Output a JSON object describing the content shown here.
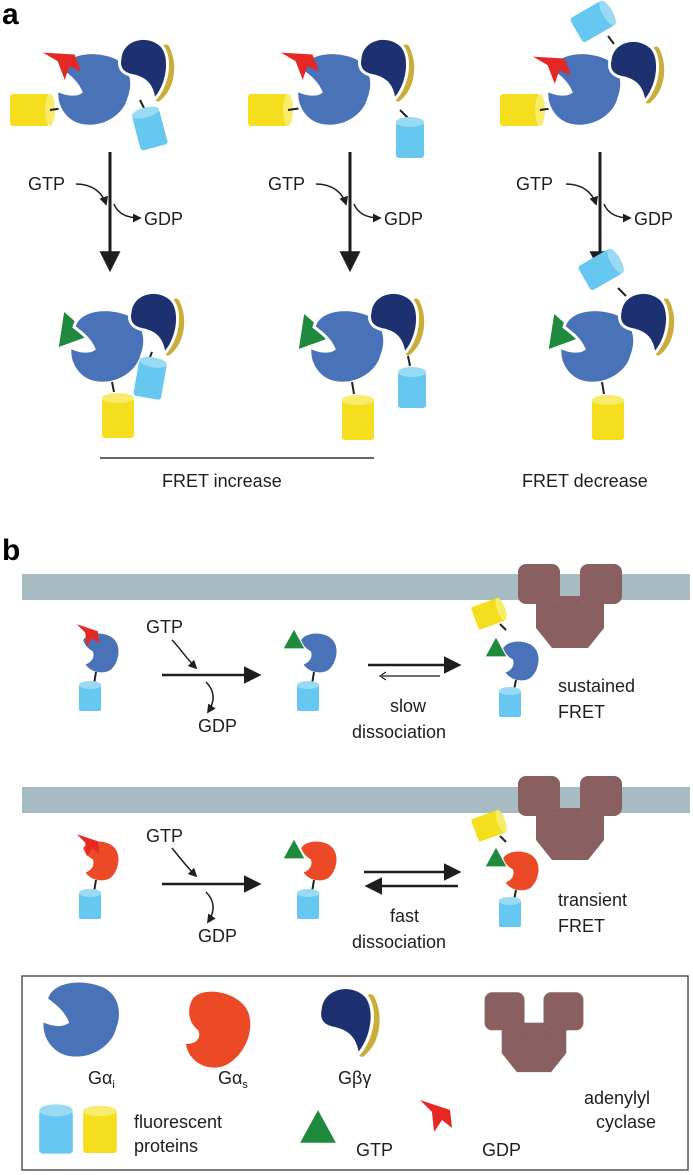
{
  "panel_a": {
    "label": "a",
    "gtp": "GTP",
    "gdp": "GDP",
    "fret_increase": "FRET increase",
    "fret_decrease": "FRET decrease"
  },
  "panel_b": {
    "label": "b",
    "gtp": "GTP",
    "gdp": "GDP",
    "slow": "slow",
    "fast": "fast",
    "dissociation": "dissociation",
    "sustained": "sustained",
    "transient": "transient",
    "fret": "FRET"
  },
  "legend": {
    "gai": "Gα",
    "gai_sub": "i",
    "gas": "Gα",
    "gas_sub": "s",
    "gbg": "Gβγ",
    "adenylyl": "adenylyl",
    "cyclase": "cyclase",
    "fluorescent": "fluorescent",
    "proteins": "proteins",
    "gtp": "GTP",
    "gdp": "GDP"
  },
  "colors": {
    "gai": "#4a72b8",
    "gas": "#ec4a26",
    "gbg": "#1d3170",
    "gamma": "#c9ae3a",
    "cfp": "#66c8f0",
    "yfp": "#f4de1e",
    "gtp": "#1f8a3e",
    "gdp": "#e52824",
    "cyclase": "#8a5f5f",
    "membrane": "#a8bcc3"
  }
}
